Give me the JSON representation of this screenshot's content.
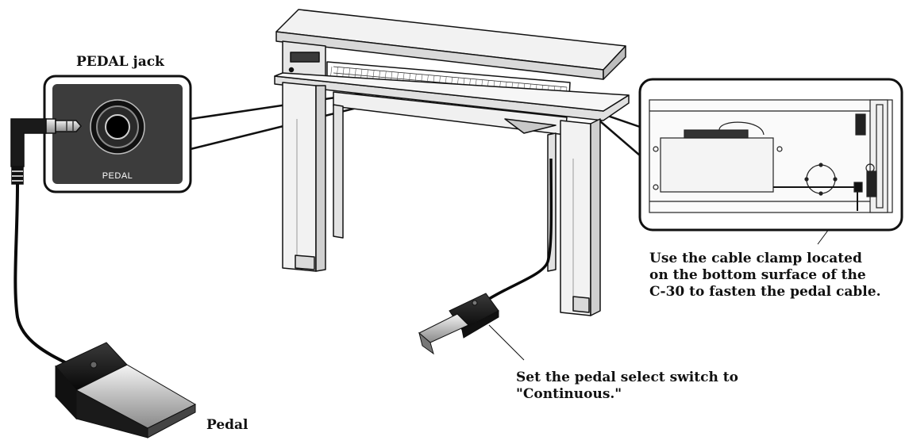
{
  "labels": {
    "pedal_jack": "PEDAL jack",
    "panel_text": "PEDAL",
    "cable_clamp": [
      "Use the cable clamp located",
      "on the bottom surface of the",
      "C-30 to fasten the pedal cable."
    ],
    "pedal_switch": [
      "Set the pedal select switch to",
      "\"Continuous.\""
    ],
    "pedal": "Pedal"
  },
  "colors": {
    "ink": "#111111",
    "panel": "#3c3c3c",
    "wood_light": "#f2f2f2",
    "wood_shade": "#d9d9d9",
    "cable": "#0a0a0a"
  }
}
